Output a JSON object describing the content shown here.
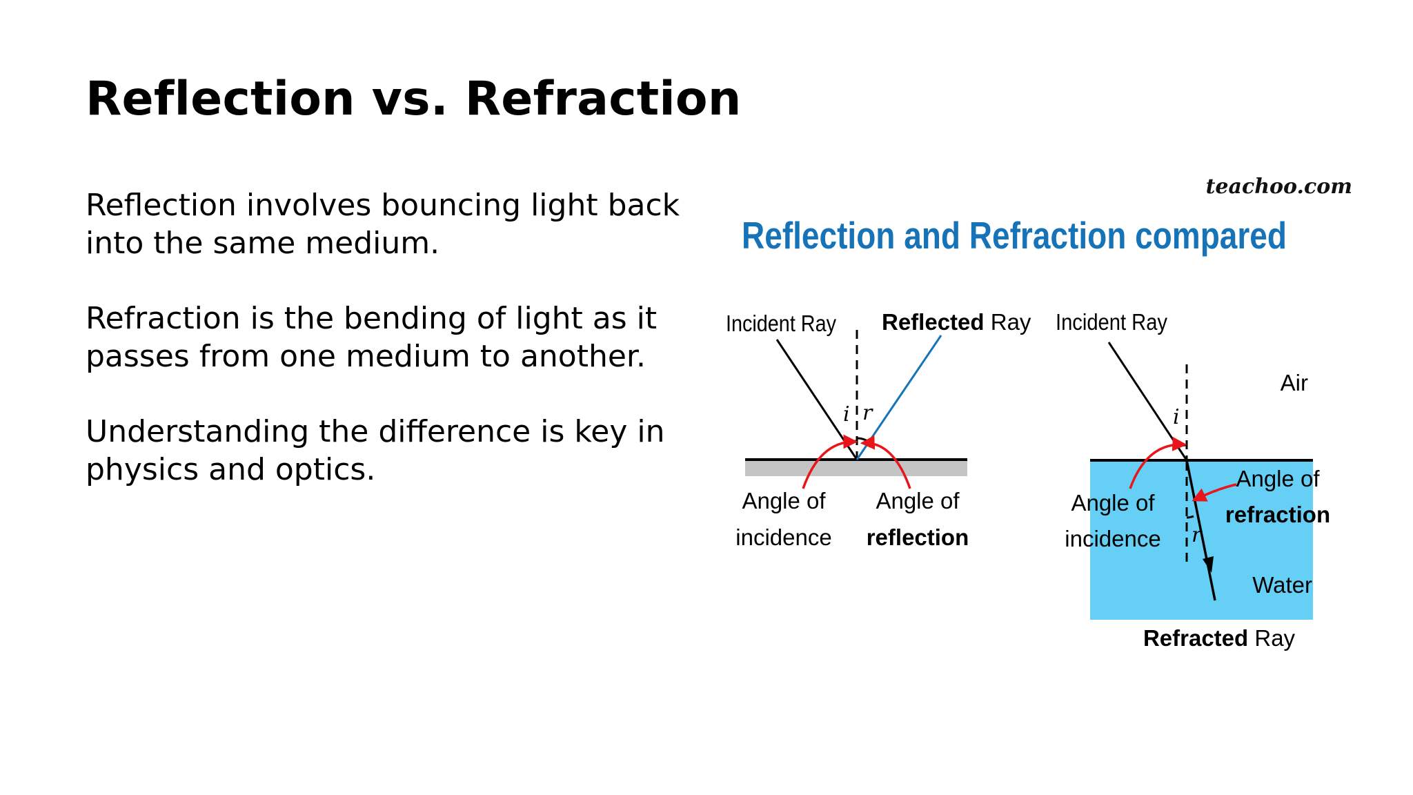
{
  "slide": {
    "title": "Reflection vs. Refraction",
    "paragraphs": [
      "Reflection involves bouncing light back into the same medium.",
      "Refraction is the bending of light as it passes from one medium to another.",
      "Understanding the difference is key in physics and optics."
    ]
  },
  "figure": {
    "watermark": "teachoo.com",
    "heading": "Reflection and Refraction compared",
    "reflection": {
      "incident_ray": "Incident Ray",
      "reflected_bold": "Reflected",
      "reflected_rest": " Ray",
      "symbol_i": "i",
      "symbol_r": "r",
      "incidence_line1": "Angle of",
      "incidence_line2": "incidence",
      "reflection_line1": "Angle of",
      "reflection_line2": "reflection"
    },
    "refraction": {
      "incident_ray": "Incident Ray",
      "air": "Air",
      "water": "Water",
      "symbol_i": "i",
      "symbol_r": "r",
      "incidence_line1": "Angle of",
      "incidence_line2": "incidence",
      "refraction_line1": "Angle of",
      "refraction_line2": "refraction",
      "refracted_bold": "Refracted",
      "refracted_rest": " Ray"
    },
    "colors": {
      "heading": "#1673b8",
      "reflected_ray": "#1673b8",
      "arrows": "#e8161b",
      "water": "#66cff5",
      "mirror": "#c4c4c4"
    }
  }
}
